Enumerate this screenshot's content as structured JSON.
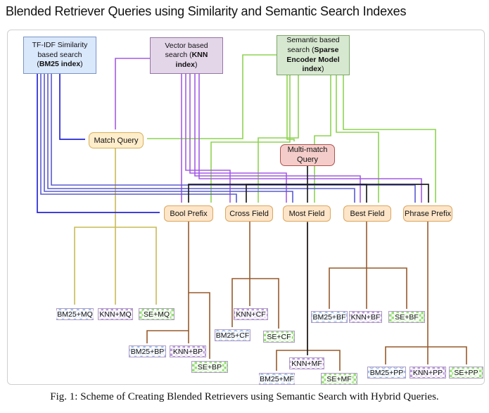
{
  "title": "Blended Retriever Queries using Similarity and Semantic Search Indexes",
  "caption": "Fig. 1: Scheme of Creating Blended Retrievers using Semantic Search with Hybrid Queries.",
  "diagram": {
    "indexes": {
      "bm25": {
        "prefix": "TF-IDF Similarity based search (",
        "bold": "BM25 index",
        "suffix": ")"
      },
      "knn": {
        "prefix": "Vector based search (",
        "bold": "KNN index",
        "suffix": ")"
      },
      "se": {
        "prefix": "Semantic based search (",
        "bold": "Sparse Encoder Model index",
        "suffix": ")"
      }
    },
    "queries": {
      "match": {
        "label": "Match Query"
      },
      "multi": {
        "label": "Multi-match Query"
      }
    },
    "fields": {
      "bool": {
        "label": "Bool Prefix"
      },
      "cross": {
        "label": "Cross Field"
      },
      "most": {
        "label": "Most Field"
      },
      "best": {
        "label": "Best Field"
      },
      "phrase": {
        "label": "Phrase Prefix"
      }
    },
    "results": {
      "bm25_mq": {
        "label": "BM25+MQ"
      },
      "knn_mq": {
        "label": "KNN+MQ"
      },
      "se_mq": {
        "label": "SE+MQ"
      },
      "knn_cf": {
        "label": "KNN+CF"
      },
      "bm25_cf": {
        "label": "BM25+CF"
      },
      "se_cf": {
        "label": "SE+CF"
      },
      "bm25_bf": {
        "label": "BM25+BF"
      },
      "knn_bf": {
        "label": "KNN+BF"
      },
      "se_bf": {
        "label": "SE+BF"
      },
      "bm25_bp": {
        "label": "BM25+BP"
      },
      "knn_bp": {
        "label": "KNN+BP"
      },
      "se_bp": {
        "label": "SE+BP"
      },
      "knn_mf": {
        "label": "KNN+MF"
      },
      "bm25_mf": {
        "label": "BM25+MF"
      },
      "se_mf": {
        "label": "SE+MF"
      },
      "bm25_pp": {
        "label": "BM25+PP"
      },
      "knn_pp": {
        "label": "KNN+PP"
      },
      "se_pp": {
        "label": "SE+PP"
      }
    },
    "line_colors": {
      "bm25_index": "#5a5ad0",
      "knn_index": "#a35be3",
      "sparse_encoder_index": "#8ed352",
      "multi_match_query": "#1f1f1f",
      "match_query": "#c9bb55",
      "field_queries": "#965a2b"
    },
    "edges": [
      {
        "from": "BM25 index",
        "to": "Match Query"
      },
      {
        "from": "BM25 index",
        "to": "Bool Prefix"
      },
      {
        "from": "BM25 index",
        "to": "Cross Field"
      },
      {
        "from": "BM25 index",
        "to": "Most Field"
      },
      {
        "from": "BM25 index",
        "to": "Best Field"
      },
      {
        "from": "BM25 index",
        "to": "Phrase Prefix"
      },
      {
        "from": "KNN index",
        "to": "Match Query"
      },
      {
        "from": "KNN index",
        "to": "Bool Prefix"
      },
      {
        "from": "KNN index",
        "to": "Cross Field"
      },
      {
        "from": "KNN index",
        "to": "Most Field"
      },
      {
        "from": "KNN index",
        "to": "Best Field"
      },
      {
        "from": "KNN index",
        "to": "Phrase Prefix"
      },
      {
        "from": "Sparse Encoder Model index",
        "to": "Match Query"
      },
      {
        "from": "Sparse Encoder Model index",
        "to": "Multi-match Query"
      },
      {
        "from": "Sparse Encoder Model index",
        "to": "Bool Prefix"
      },
      {
        "from": "Sparse Encoder Model index",
        "to": "Cross Field"
      },
      {
        "from": "Sparse Encoder Model index",
        "to": "Most Field"
      },
      {
        "from": "Sparse Encoder Model index",
        "to": "Best Field"
      },
      {
        "from": "Sparse Encoder Model index",
        "to": "Phrase Prefix"
      },
      {
        "from": "Multi-match Query",
        "to": "Bool Prefix"
      },
      {
        "from": "Multi-match Query",
        "to": "Cross Field"
      },
      {
        "from": "Multi-match Query",
        "to": "Most Field"
      },
      {
        "from": "Multi-match Query",
        "to": "Best Field"
      },
      {
        "from": "Multi-match Query",
        "to": "Phrase Prefix"
      },
      {
        "from": "Match Query",
        "to": "BM25+MQ"
      },
      {
        "from": "Match Query",
        "to": "KNN+MQ"
      },
      {
        "from": "Match Query",
        "to": "SE+MQ"
      },
      {
        "from": "Bool Prefix",
        "to": "BM25+BP"
      },
      {
        "from": "Bool Prefix",
        "to": "KNN+BP"
      },
      {
        "from": "Bool Prefix",
        "to": "SE+BP"
      },
      {
        "from": "Cross Field",
        "to": "KNN+CF"
      },
      {
        "from": "Cross Field",
        "to": "BM25+CF"
      },
      {
        "from": "Cross Field",
        "to": "SE+CF"
      },
      {
        "from": "Most Field",
        "to": "KNN+MF"
      },
      {
        "from": "Most Field",
        "to": "BM25+MF"
      },
      {
        "from": "Most Field",
        "to": "SE+MF"
      },
      {
        "from": "Best Field",
        "to": "BM25+BF"
      },
      {
        "from": "Best Field",
        "to": "KNN+BF"
      },
      {
        "from": "Best Field",
        "to": "SE+BF"
      },
      {
        "from": "Phrase Prefix",
        "to": "BM25+PP"
      },
      {
        "from": "Phrase Prefix",
        "to": "KNN+PP"
      },
      {
        "from": "Phrase Prefix",
        "to": "SE+PP"
      }
    ]
  }
}
